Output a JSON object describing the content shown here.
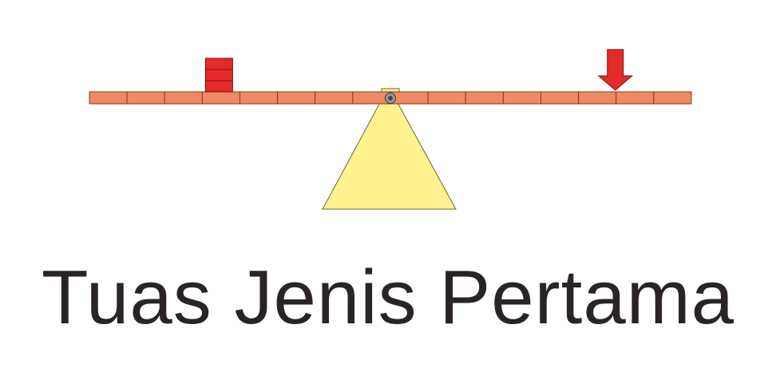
{
  "caption": "Tuas Jenis Pertama",
  "lever": {
    "segment_count": 16,
    "load_segment_index": 3,
    "effort_segment_index": 14,
    "fulcrum_segment_index": 8,
    "load_block_count": 3
  },
  "colors": {
    "beam": "#ef8a64",
    "beam_border": "#8a3b1e",
    "load": "#e52a2a",
    "effort_arrow": "#e52a2a",
    "fulcrum": "#fdf28e",
    "fulcrum_border": "#6b6540",
    "pivot": "#8c8c8c",
    "text": "#2b2424"
  }
}
